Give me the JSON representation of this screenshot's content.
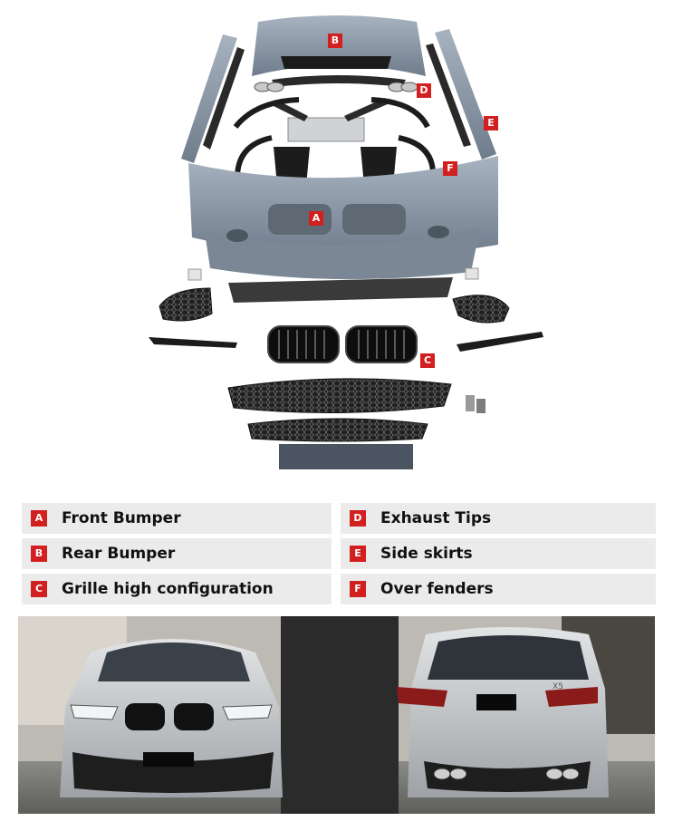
{
  "badges": {
    "a": "A",
    "b": "B",
    "c": "C",
    "d": "D",
    "e": "E",
    "f": "F"
  },
  "legend": {
    "left": [
      {
        "letter": "A",
        "label": "Front Bumper"
      },
      {
        "letter": "B",
        "label": "Rear Bumper"
      },
      {
        "letter": "C",
        "label": "Grille high configuration"
      }
    ],
    "right": [
      {
        "letter": "D",
        "label": "Exhaust Tips"
      },
      {
        "letter": "E",
        "label": "Side skirts"
      },
      {
        "letter": "F",
        "label": "Over fenders"
      }
    ]
  },
  "photos": {
    "rear_badge": "X5"
  },
  "colors": {
    "badge": "#d21f1f",
    "legend_bg": "#ebebeb",
    "part_primer": "#8e9aa8",
    "part_black": "#1c1c1c"
  }
}
